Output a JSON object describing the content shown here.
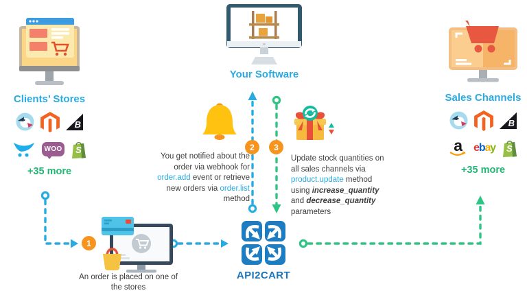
{
  "palette": {
    "label_blue": "#29ABE2",
    "green": "#23B573",
    "line_green": "#2EC584",
    "orange_step": "#F7941E",
    "logo_blue": "#1E7CC0"
  },
  "left_panel": {
    "title": "Clients’ Stores",
    "more_label": "+35 more",
    "platforms": [
      "PrestaShop",
      "Magento",
      "BigCommerce",
      "OpenCart",
      "WooCommerce",
      "Shopify"
    ]
  },
  "right_panel": {
    "title": "Sales Channels",
    "more_label": "+35 more",
    "platforms": [
      "PrestaShop",
      "Magento",
      "BigCommerce",
      "Amazon",
      "eBay",
      "Shopify"
    ]
  },
  "center": {
    "software_label": "Your Software",
    "api_label": "API2CART"
  },
  "badges": {
    "woo": "WOO",
    "shopify": "S",
    "bigcommerce": "B",
    "amazon": "a",
    "ebay": [
      "e",
      "b",
      "a",
      "y"
    ]
  },
  "steps": {
    "one": {
      "number": "1",
      "caption": "An order is placed on one of the stores"
    },
    "two": {
      "number": "2",
      "text": {
        "p1": "You get notified about the order via webhook for ",
        "code1": "order.add",
        "p2": " event or retrieve new orders via ",
        "code2": "order.list",
        "p3": " method"
      }
    },
    "three": {
      "number": "3",
      "text": {
        "p1": "Update stock quantities on all sales channels via ",
        "code1": "product.update",
        "p2": " method using ",
        "em1": "increase_quantity",
        "p3": " and ",
        "em2": "decrease_quantity",
        "p4": " parameters"
      }
    }
  }
}
